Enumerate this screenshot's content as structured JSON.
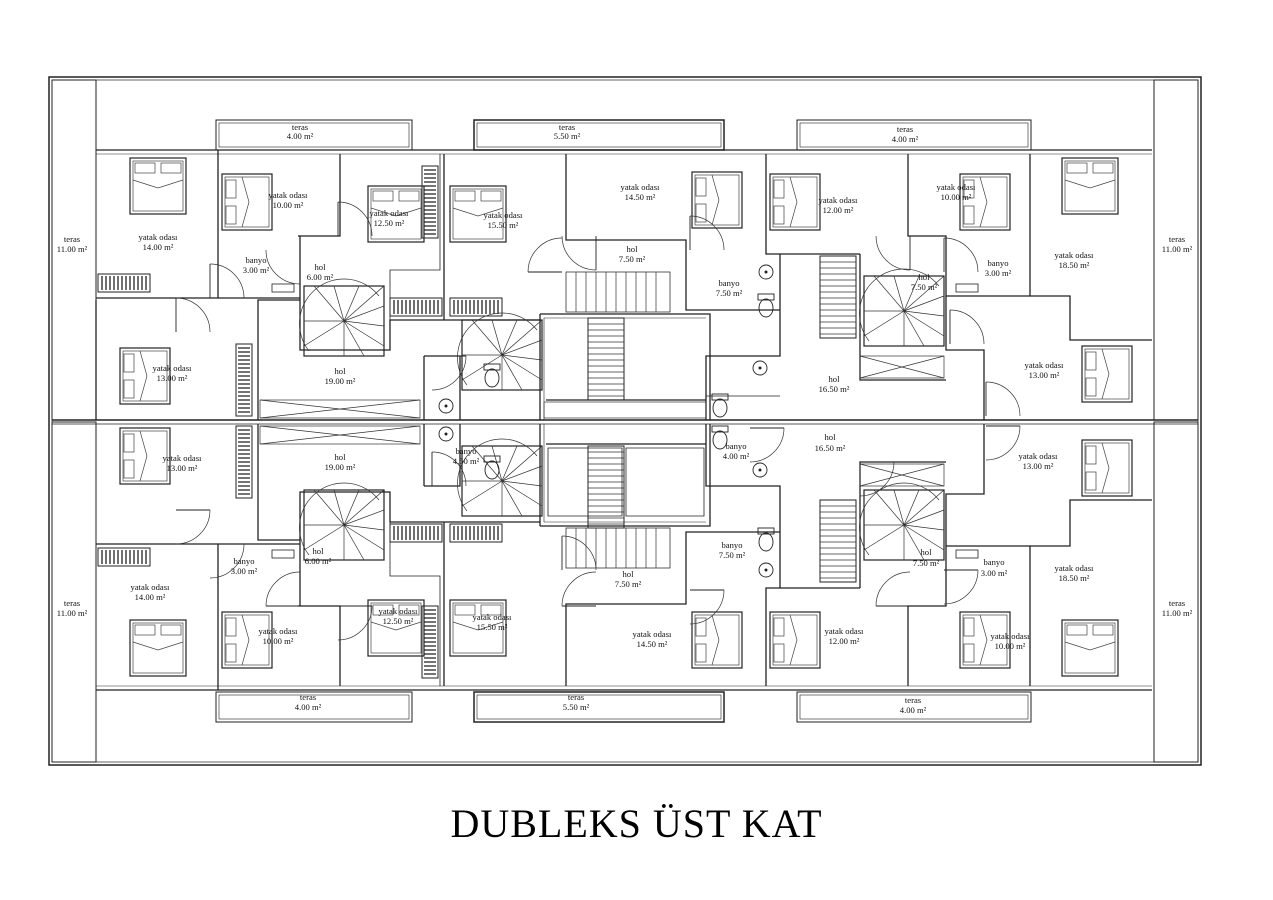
{
  "title": "DUBLEKS ÜST KAT",
  "rooms": [
    {
      "id": "t1",
      "name": "teras",
      "area": "4.00 m²"
    },
    {
      "id": "t2",
      "name": "teras",
      "area": "5.50 m²"
    },
    {
      "id": "t3",
      "name": "teras",
      "area": "4.00 m²"
    },
    {
      "id": "t4",
      "name": "teras",
      "area": "11.00 m²"
    },
    {
      "id": "t5",
      "name": "teras",
      "area": "11.00 m²"
    },
    {
      "id": "r1",
      "name": "yatak odası",
      "area": "14.00 m²"
    },
    {
      "id": "r2",
      "name": "yatak odası",
      "area": "10.00 m²"
    },
    {
      "id": "r3",
      "name": "yatak odası",
      "area": "12.50 m²"
    },
    {
      "id": "r4",
      "name": "yatak odası",
      "area": "15.50 m²"
    },
    {
      "id": "r5",
      "name": "yatak odası",
      "area": "14.50 m²"
    },
    {
      "id": "r6",
      "name": "yatak odası",
      "area": "12.00 m²"
    },
    {
      "id": "r7",
      "name": "yatak odası",
      "area": "10.00 m²"
    },
    {
      "id": "r8",
      "name": "yatak odası",
      "area": "18.50 m²"
    },
    {
      "id": "r9",
      "name": "banyo",
      "area": "3.00 m²"
    },
    {
      "id": "r10",
      "name": "hol",
      "area": "6.00 m²"
    },
    {
      "id": "r11",
      "name": "hol",
      "area": "7.50 m²"
    },
    {
      "id": "r12",
      "name": "banyo",
      "area": "7.50 m²"
    },
    {
      "id": "r13",
      "name": "hol",
      "area": "7.50 m²"
    },
    {
      "id": "r14",
      "name": "banyo",
      "area": "3.00 m²"
    },
    {
      "id": "r15",
      "name": "yatak odası",
      "area": "13.00 m²"
    },
    {
      "id": "r16",
      "name": "hol",
      "area": "19.00 m²"
    },
    {
      "id": "r17",
      "name": "hol",
      "area": "16.50 m²"
    },
    {
      "id": "r18",
      "name": "yatak odası",
      "area": "13.00 m²"
    },
    {
      "id": "r19",
      "name": "yatak odası",
      "area": "13.00 m²"
    },
    {
      "id": "r20",
      "name": "hol",
      "area": "19.00 m²"
    },
    {
      "id": "r21",
      "name": "banyo",
      "area": "4.50 m²"
    },
    {
      "id": "r22",
      "name": "banyo",
      "area": "4.00 m²"
    },
    {
      "id": "r23",
      "name": "hol",
      "area": "16.50 m²"
    },
    {
      "id": "r24",
      "name": "yatak odası",
      "area": "13.00 m²"
    },
    {
      "id": "r25",
      "name": "banyo",
      "area": "3.00 m²"
    },
    {
      "id": "r26",
      "name": "hol",
      "area": "6.00 m²"
    },
    {
      "id": "r27",
      "name": "banyo",
      "area": "7.50 m²"
    },
    {
      "id": "r28",
      "name": "hol",
      "area": "7.50 m²"
    },
    {
      "id": "r29",
      "name": "hol",
      "area": "7.50 m²"
    },
    {
      "id": "r30",
      "name": "banyo",
      "area": "3.00 m²"
    },
    {
      "id": "r31",
      "name": "yatak odası",
      "area": "14.00 m²"
    },
    {
      "id": "r32",
      "name": "yatak odası",
      "area": "18.50 m²"
    },
    {
      "id": "r33",
      "name": "yatak odası",
      "area": "10.00 m²"
    },
    {
      "id": "r34",
      "name": "yatak odası",
      "area": "12.50 m²"
    },
    {
      "id": "r35",
      "name": "yatak odası",
      "area": "15.50 m²"
    },
    {
      "id": "r36",
      "name": "yatak odası",
      "area": "14.50 m²"
    },
    {
      "id": "r37",
      "name": "yatak odası",
      "area": "12.00 m²"
    },
    {
      "id": "r38",
      "name": "yatak odası",
      "area": "10.00 m²"
    },
    {
      "id": "t6",
      "name": "teras",
      "area": "11.00 m²"
    },
    {
      "id": "t7",
      "name": "teras",
      "area": "11.00 m²"
    },
    {
      "id": "t8",
      "name": "teras",
      "area": "4.00 m²"
    },
    {
      "id": "t9",
      "name": "teras",
      "area": "5.50 m²"
    },
    {
      "id": "t10",
      "name": "teras",
      "area": "4.00 m²"
    }
  ]
}
